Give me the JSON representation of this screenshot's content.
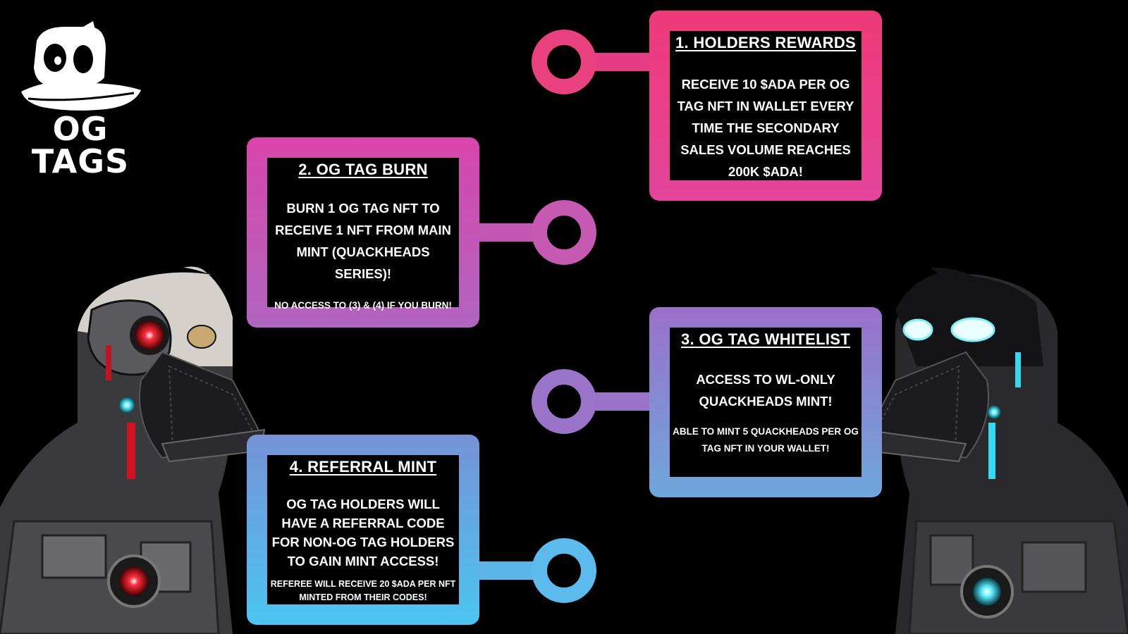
{
  "logo": {
    "text": "OG TAGS"
  },
  "cards": [
    {
      "id": "c1",
      "title": "1. Holders Rewards",
      "body": "Receive 10 $ADA per OG Tag NFT in wallet every time the secondary sales volume reaches 200K $ADA!",
      "note": ""
    },
    {
      "id": "c2",
      "title": "2. OG Tag Burn",
      "body": "Burn 1 OG Tag NFT to receive 1 NFT from main mint (Quackheads Series)!",
      "note": "No access to (3) & (4) if you burn!"
    },
    {
      "id": "c3",
      "title": "3. OG Tag Whitelist",
      "body": "Access to WL-only Quackheads mint!",
      "note": "Able to mint 5 Quackheads per OG Tag NFT in your wallet!"
    },
    {
      "id": "c4",
      "title": "4. Referral Mint",
      "body": "OG Tag holders will have a referral code for non-OG Tag holders to gain mint access!",
      "note": "Referee will receive 20 $ADA per NFT minted from their codes!"
    }
  ],
  "colors": {
    "background": "#000000",
    "gradient_top": "#ef3a78",
    "gradient_mid": "#b065bf",
    "gradient_bottom": "#4cc5f1",
    "robot_left_eye": "#ff1f2e",
    "robot_right_eye": "#4de8ff"
  },
  "illustrations": {
    "logo_icon": "duck-skull-icon",
    "left_character": "red-eyed-cyborg-duck",
    "right_character": "cyan-eyed-cyborg-duck"
  }
}
